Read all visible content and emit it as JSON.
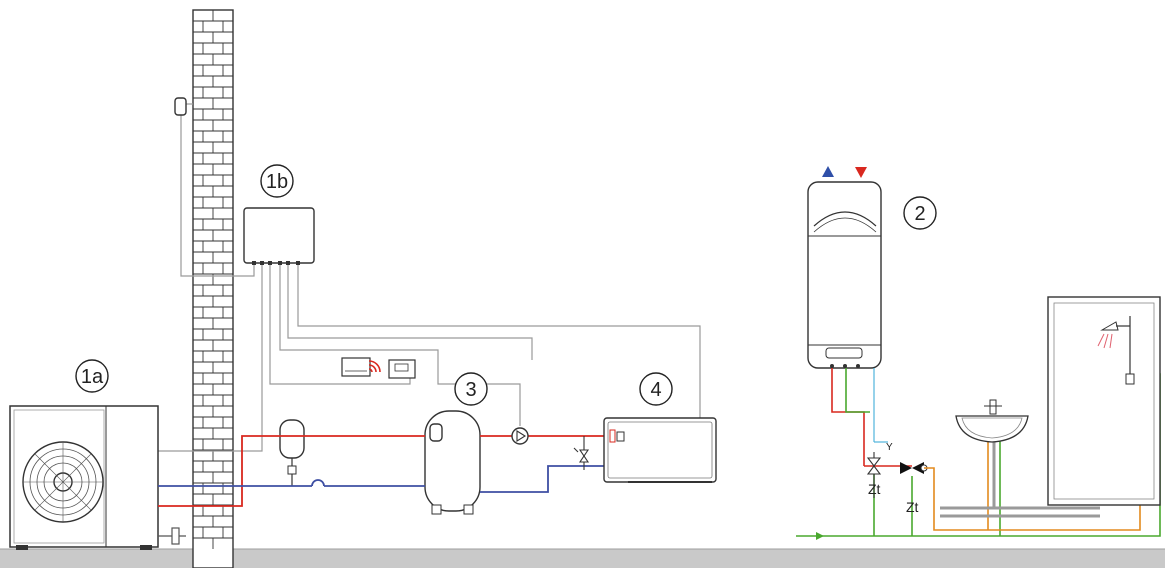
{
  "labels": {
    "heat_pump_outdoor": "1a",
    "control_unit": "1b",
    "water_heater": "2",
    "buffer_tank": "3",
    "fan_coil": "4"
  },
  "valve_marks": {
    "zt_left": "Zt",
    "zt_right": "Zt",
    "y_mark": "Y"
  },
  "colors": {
    "supply_hot": "#d9281f",
    "return_blue": "#3e4fa3",
    "cold_feed_green": "#4aa82e",
    "dhw_orange": "#e38a1e",
    "dhw_light_blue": "#4fb4dc",
    "signal_wire": "#9a9a9a",
    "outline": "#333333",
    "floor": "#c9c9c9",
    "marker_blue": "#2f4fa8",
    "marker_red": "#d9281f"
  }
}
